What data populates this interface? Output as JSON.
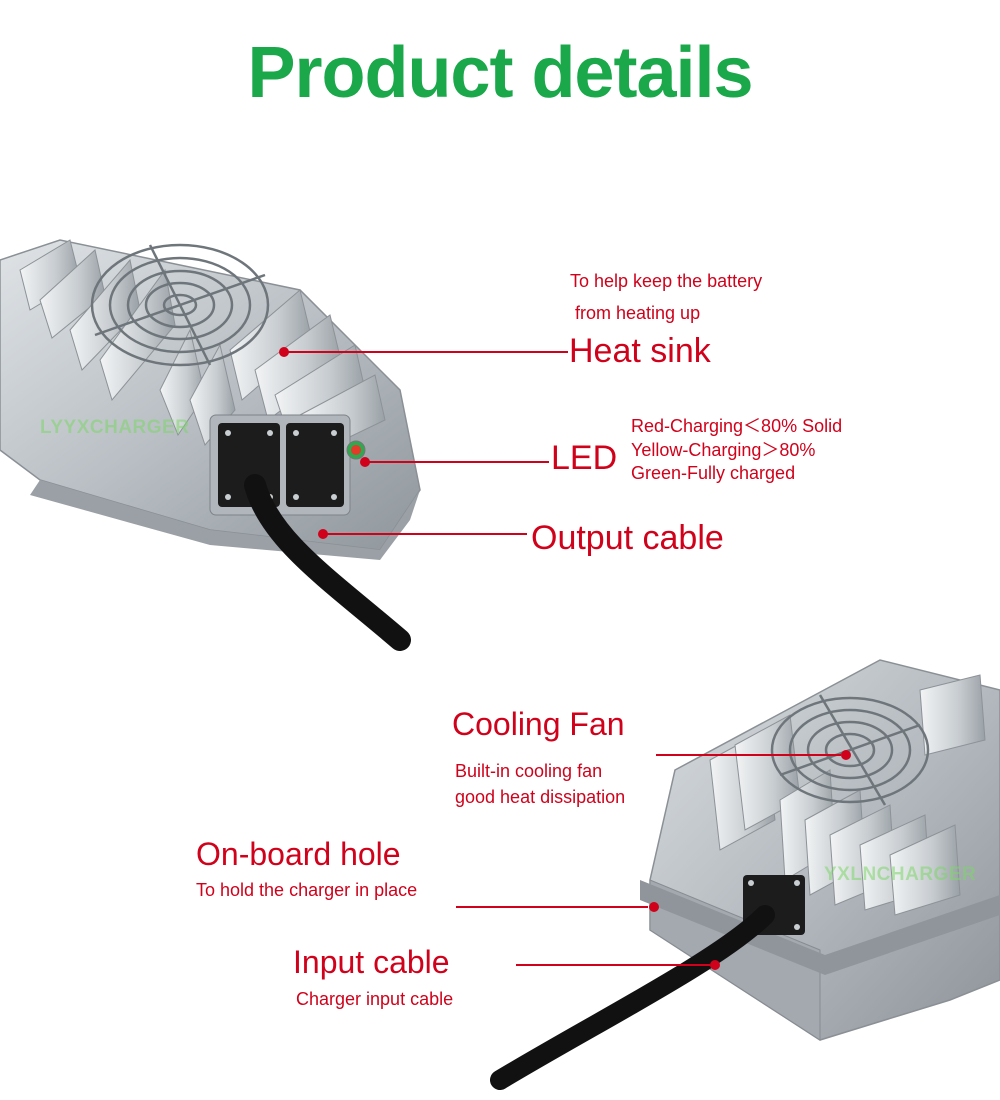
{
  "page": {
    "title": "Product details"
  },
  "colors": {
    "title_green": "#1aa84a",
    "callout_red": "#d0021b",
    "watermark_green": "#7ed66b"
  },
  "watermarks": {
    "top": "LYYXCHARGER",
    "bottom": "YXLNCHARGER"
  },
  "callouts": {
    "heat_sink": {
      "label": "Heat sink",
      "note_line1": "To help keep the battery",
      "note_line2": "from heating up"
    },
    "led": {
      "label": "LED",
      "note_line1": "Red-Charging＜80% Solid",
      "note_line2": "Yellow-Charging＞80%",
      "note_line3": "Green-Fully charged"
    },
    "output_cable": {
      "label": "Output cable"
    },
    "cooling_fan": {
      "label": "Cooling Fan",
      "note_line1": "Built-in cooling fan",
      "note_line2": "good heat dissipation"
    },
    "onboard_hole": {
      "label": "On-board hole",
      "note_line1": "To hold the charger in place"
    },
    "input_cable": {
      "label": "Input cable",
      "note_line1": "Charger input cable"
    }
  }
}
